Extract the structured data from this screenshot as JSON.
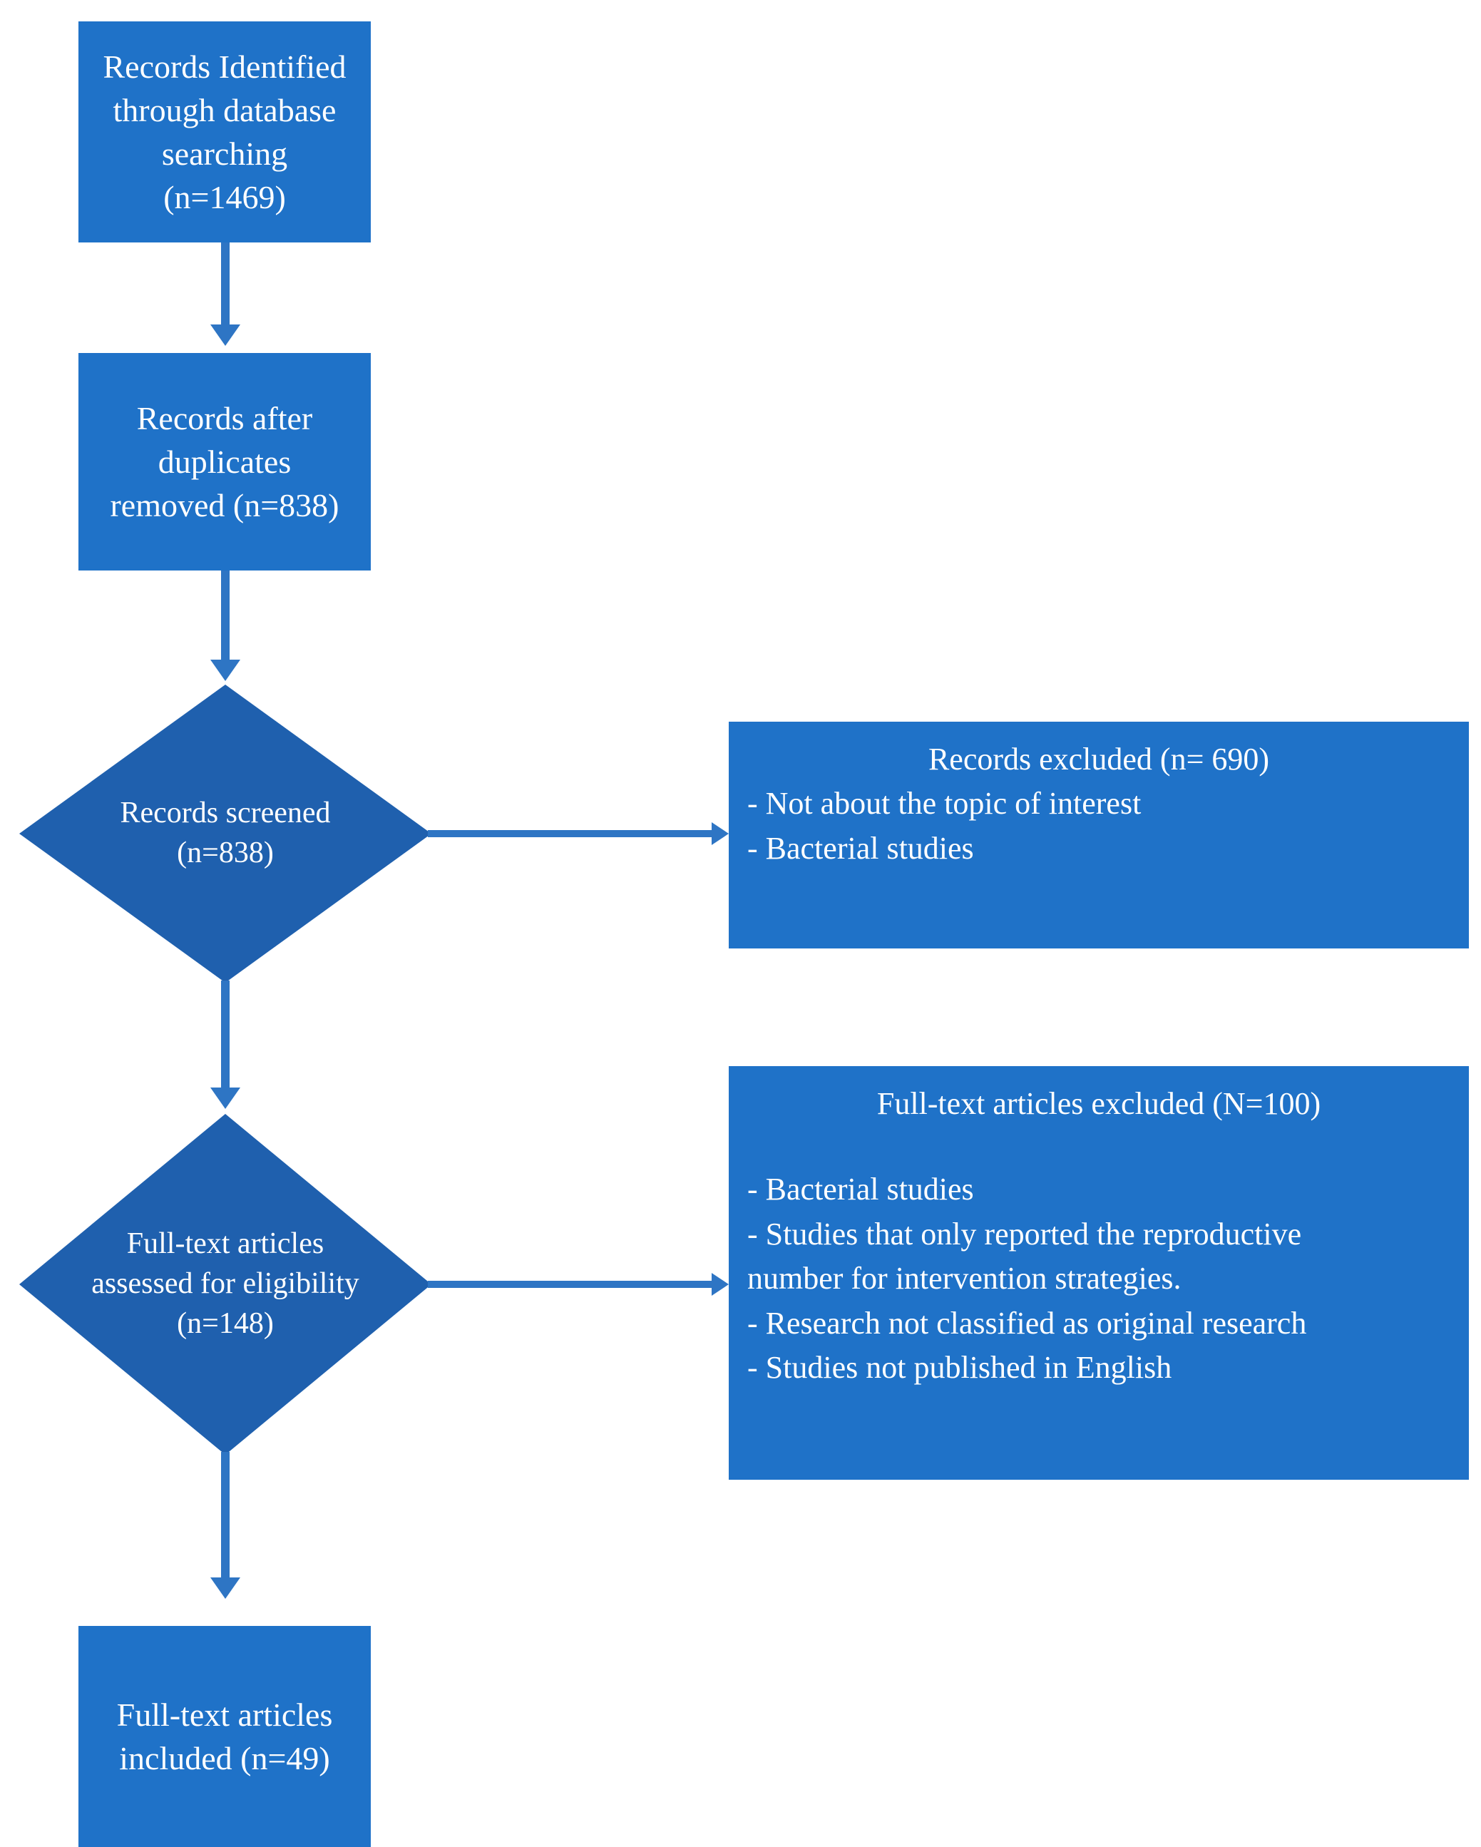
{
  "diagram": {
    "type": "prisma-flow-diagram",
    "colors": {
      "rect_fill": "#1F72C8",
      "diamond_fill": "#1F60AE",
      "connector": "#2E75C4",
      "text": "#FFFFFF",
      "background": "#FFFFFF"
    },
    "nodes": {
      "identified": {
        "shape": "rectangle",
        "label": "Records Identified\nthrough database\nsearching\n(n=1469)",
        "count": 1469
      },
      "duplicates_removed": {
        "shape": "rectangle",
        "label": "Records after\nduplicates\nremoved (n=838)",
        "count": 838
      },
      "screened": {
        "shape": "diamond",
        "label": "Records screened\n(n=838)",
        "count": 838
      },
      "records_excluded": {
        "shape": "rectangle",
        "title": "Records excluded (n= 690)",
        "reasons": "- Not about the topic of interest\n- Bacterial studies",
        "count": 690
      },
      "eligibility": {
        "shape": "diamond",
        "label": "Full-text articles\nassessed for eligibility\n(n=148)",
        "count": 148
      },
      "fulltext_excluded": {
        "shape": "rectangle",
        "title": "Full-text articles excluded (N=100)",
        "reasons": "- Bacterial studies\n- Studies that only reported the reproductive\nnumber for intervention strategies.\n- Research not classified as original research\n- Studies not published in English",
        "count": 100
      },
      "included": {
        "shape": "rectangle",
        "label": "Full-text articles\nincluded (n=49)",
        "count": 49
      }
    },
    "connectors": [
      {
        "from": "identified",
        "to": "duplicates_removed",
        "direction": "down"
      },
      {
        "from": "duplicates_removed",
        "to": "screened",
        "direction": "down"
      },
      {
        "from": "screened",
        "to": "records_excluded",
        "direction": "right"
      },
      {
        "from": "screened",
        "to": "eligibility",
        "direction": "down"
      },
      {
        "from": "eligibility",
        "to": "fulltext_excluded",
        "direction": "right"
      },
      {
        "from": "eligibility",
        "to": "included",
        "direction": "down"
      }
    ]
  }
}
